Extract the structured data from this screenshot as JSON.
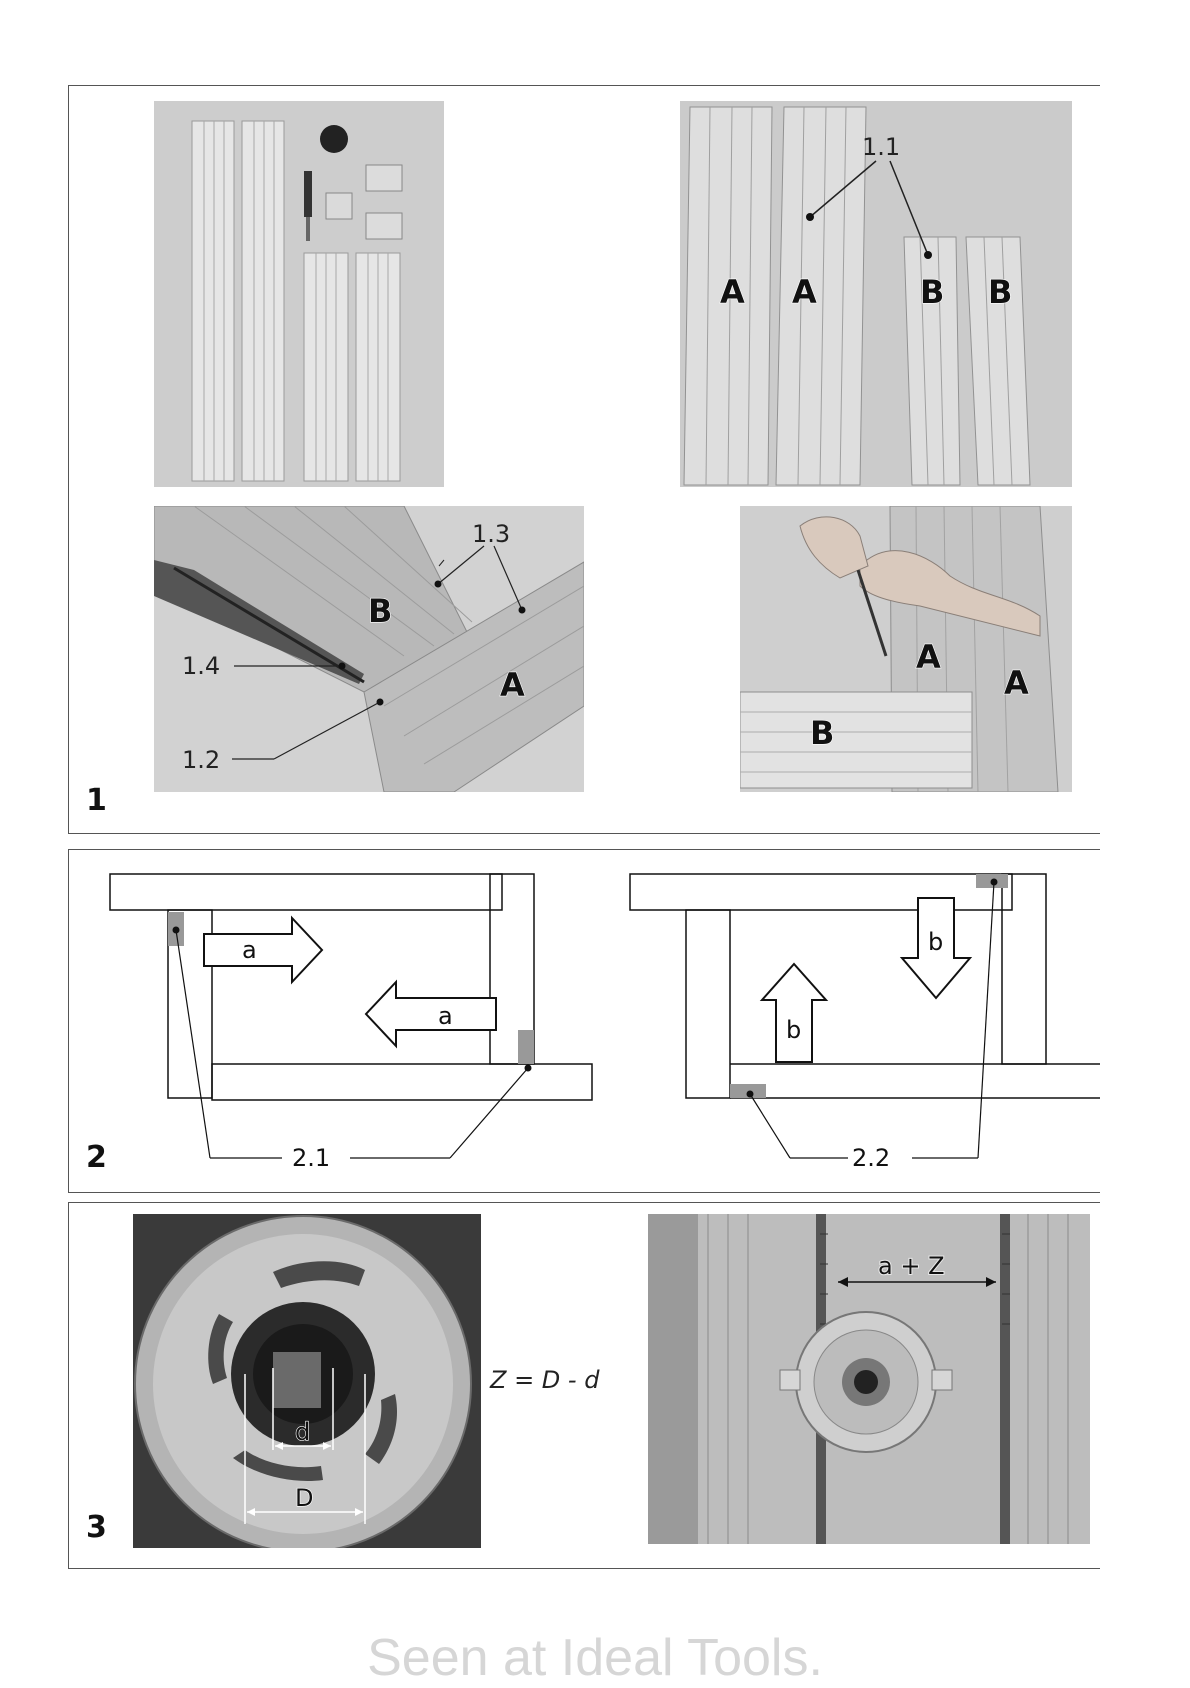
{
  "sections": [
    {
      "number": "1",
      "photo_b_callout": "1.1",
      "photo_b_letters": [
        "A",
        "A",
        "B",
        "B"
      ],
      "photo_c_callouts": [
        "1.3",
        "1.4",
        "1.2"
      ],
      "photo_c_letters": [
        "B",
        "A"
      ],
      "photo_d_letters": [
        "A",
        "A",
        "B"
      ]
    },
    {
      "number": "2",
      "left_diagram": {
        "arrow_labels": [
          "a",
          "a"
        ],
        "callout": "2.1"
      },
      "right_diagram": {
        "arrow_labels": [
          "b",
          "b"
        ],
        "callout": "2.2"
      }
    },
    {
      "number": "3",
      "photo_e_labels": [
        "d",
        "D"
      ],
      "formula": "Z = D - d",
      "photo_f_label": "a + Z"
    }
  ],
  "footer": "Seen at Ideal Tools."
}
